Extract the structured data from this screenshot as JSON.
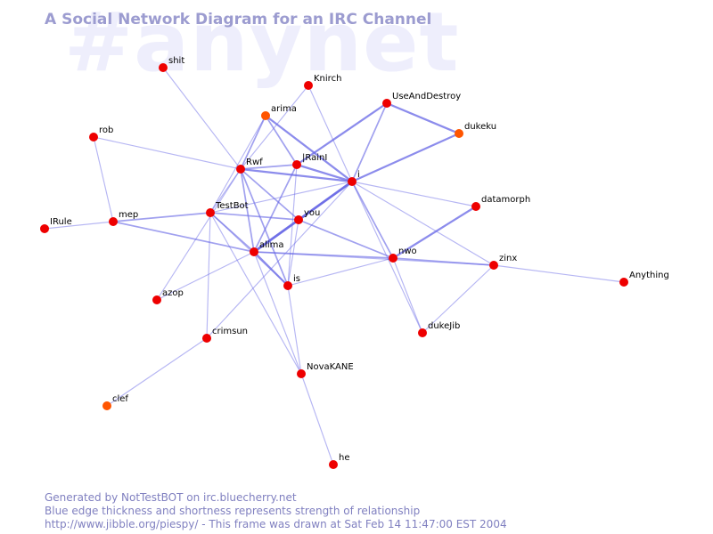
{
  "watermark": "#anynet",
  "title": "A Social Network Diagram for an IRC Channel",
  "footer": {
    "line1": "Generated by NotTestBOT on irc.bluecherry.net",
    "line2": "Blue edge thickness and shortness represents strength of relationship",
    "line3": "http://www.jibble.org/piespy/ - This frame was drawn at Sat Feb 14 11:47:00 EST 2004"
  },
  "colors": {
    "node": "#ee0000",
    "node_recent": "#ff5500",
    "edge": "#6a6ae6",
    "title": "#9c9cd0",
    "watermark": "#eeeefc"
  },
  "nodes": [
    {
      "id": "shit",
      "label": "shit",
      "color": "#ee0000"
    },
    {
      "id": "Knirch",
      "label": "Knirch",
      "color": "#ee0000"
    },
    {
      "id": "UseAndDestroy",
      "label": "UseAndDestroy",
      "color": "#ee0000"
    },
    {
      "id": "arima",
      "label": "arima",
      "color": "#ff5500"
    },
    {
      "id": "dukeku",
      "label": "dukeku",
      "color": "#ff5500"
    },
    {
      "id": "rob",
      "label": "rob",
      "color": "#ee0000"
    },
    {
      "id": "Rwf",
      "label": "Rwf",
      "color": "#ee0000"
    },
    {
      "id": "IRainI",
      "label": "|RainI",
      "color": "#ee0000"
    },
    {
      "id": "i",
      "label": "i",
      "color": "#ee0000"
    },
    {
      "id": "datamorph",
      "label": "datamorph",
      "color": "#ee0000"
    },
    {
      "id": "TestBot",
      "label": "TestBot",
      "color": "#ee0000"
    },
    {
      "id": "IRule",
      "label": "IRule",
      "color": "#ee0000"
    },
    {
      "id": "mep",
      "label": "mep",
      "color": "#ee0000"
    },
    {
      "id": "you",
      "label": "you",
      "color": "#ee0000"
    },
    {
      "id": "alima",
      "label": "alima",
      "color": "#ee0000"
    },
    {
      "id": "nwo",
      "label": "nwo",
      "color": "#ee0000"
    },
    {
      "id": "zinx",
      "label": "zinx",
      "color": "#ee0000"
    },
    {
      "id": "Anything",
      "label": "Anything",
      "color": "#ee0000"
    },
    {
      "id": "is",
      "label": "is",
      "color": "#ee0000"
    },
    {
      "id": "azop",
      "label": "azop",
      "color": "#ee0000"
    },
    {
      "id": "dukeJib",
      "label": "dukeJib",
      "color": "#ee0000"
    },
    {
      "id": "crimsun",
      "label": "crimsun",
      "color": "#ee0000"
    },
    {
      "id": "NovaKANE",
      "label": "NovaKANE",
      "color": "#ee0000"
    },
    {
      "id": "clef",
      "label": "clef",
      "color": "#ff5500"
    },
    {
      "id": "he",
      "label": "he",
      "color": "#ee0000"
    }
  ],
  "edges": [
    {
      "source": "shit",
      "target": "Rwf",
      "weight": 1
    },
    {
      "source": "Knirch",
      "target": "Rwf",
      "weight": 1
    },
    {
      "source": "Knirch",
      "target": "i",
      "weight": 1
    },
    {
      "source": "arima",
      "target": "IRainI",
      "weight": 2
    },
    {
      "source": "arima",
      "target": "i",
      "weight": 3
    },
    {
      "source": "arima",
      "target": "Rwf",
      "weight": 2
    },
    {
      "source": "arima",
      "target": "TestBot",
      "weight": 1
    },
    {
      "source": "UseAndDestroy",
      "target": "dukeku",
      "weight": 3
    },
    {
      "source": "UseAndDestroy",
      "target": "IRainI",
      "weight": 3
    },
    {
      "source": "UseAndDestroy",
      "target": "i",
      "weight": 2
    },
    {
      "source": "dukeku",
      "target": "i",
      "weight": 3
    },
    {
      "source": "rob",
      "target": "Rwf",
      "weight": 1
    },
    {
      "source": "rob",
      "target": "mep",
      "weight": 1
    },
    {
      "source": "Rwf",
      "target": "i",
      "weight": 3
    },
    {
      "source": "Rwf",
      "target": "IRainI",
      "weight": 2
    },
    {
      "source": "Rwf",
      "target": "TestBot",
      "weight": 1
    },
    {
      "source": "Rwf",
      "target": "alima",
      "weight": 2
    },
    {
      "source": "Rwf",
      "target": "you",
      "weight": 2
    },
    {
      "source": "Rwf",
      "target": "is",
      "weight": 2
    },
    {
      "source": "Rwf",
      "target": "azop",
      "weight": 1
    },
    {
      "source": "IRainI",
      "target": "i",
      "weight": 3
    },
    {
      "source": "IRainI",
      "target": "alima",
      "weight": 2
    },
    {
      "source": "IRainI",
      "target": "is",
      "weight": 1
    },
    {
      "source": "i",
      "target": "alima",
      "weight": 4
    },
    {
      "source": "i",
      "target": "you",
      "weight": 2
    },
    {
      "source": "i",
      "target": "TestBot",
      "weight": 1
    },
    {
      "source": "i",
      "target": "datamorph",
      "weight": 1
    },
    {
      "source": "i",
      "target": "nwo",
      "weight": 2
    },
    {
      "source": "i",
      "target": "zinx",
      "weight": 1
    },
    {
      "source": "i",
      "target": "crimsun",
      "weight": 1
    },
    {
      "source": "i",
      "target": "dukeJib",
      "weight": 1
    },
    {
      "source": "datamorph",
      "target": "nwo",
      "weight": 3
    },
    {
      "source": "TestBot",
      "target": "mep",
      "weight": 2
    },
    {
      "source": "TestBot",
      "target": "alima",
      "weight": 2
    },
    {
      "source": "TestBot",
      "target": "you",
      "weight": 2
    },
    {
      "source": "TestBot",
      "target": "is",
      "weight": 1
    },
    {
      "source": "TestBot",
      "target": "NovaKANE",
      "weight": 1
    },
    {
      "source": "TestBot",
      "target": "crimsun",
      "weight": 1
    },
    {
      "source": "IRule",
      "target": "mep",
      "weight": 1
    },
    {
      "source": "mep",
      "target": "alima",
      "weight": 2
    },
    {
      "source": "you",
      "target": "alima",
      "weight": 2
    },
    {
      "source": "you",
      "target": "nwo",
      "weight": 2
    },
    {
      "source": "you",
      "target": "is",
      "weight": 1
    },
    {
      "source": "alima",
      "target": "nwo",
      "weight": 2
    },
    {
      "source": "alima",
      "target": "is",
      "weight": 3
    },
    {
      "source": "alima",
      "target": "NovaKANE",
      "weight": 1
    },
    {
      "source": "alima",
      "target": "azop",
      "weight": 1
    },
    {
      "source": "alima",
      "target": "zinx",
      "weight": 1
    },
    {
      "source": "nwo",
      "target": "zinx",
      "weight": 2
    },
    {
      "source": "nwo",
      "target": "dukeJib",
      "weight": 1
    },
    {
      "source": "nwo",
      "target": "is",
      "weight": 1
    },
    {
      "source": "zinx",
      "target": "Anything",
      "weight": 1
    },
    {
      "source": "zinx",
      "target": "dukeJib",
      "weight": 1
    },
    {
      "source": "is",
      "target": "NovaKANE",
      "weight": 1
    },
    {
      "source": "crimsun",
      "target": "clef",
      "weight": 1
    },
    {
      "source": "NovaKANE",
      "target": "he",
      "weight": 1
    }
  ]
}
